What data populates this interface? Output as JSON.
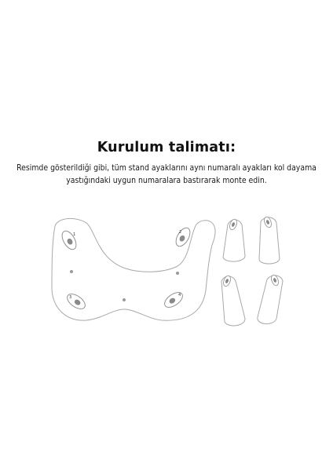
{
  "title": "Kurulum talimatı:",
  "instructions": {
    "line1": "Resimde gösterildiği gibi, tüm stand ayaklarını aynı numaralı ayakları kol dayama",
    "line2": "yastığındaki uygun numaralara bastırarak monte edin."
  },
  "pillow_slot_numbers": [
    "1",
    "2",
    "3",
    "4"
  ],
  "outline_color": "#a8a8a8"
}
